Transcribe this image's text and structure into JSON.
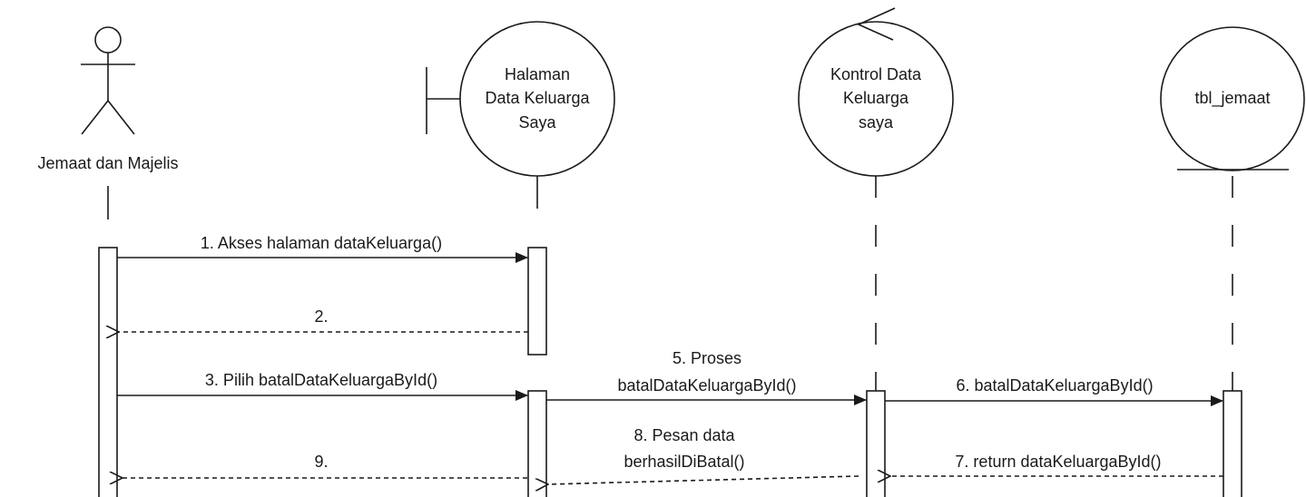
{
  "participants": {
    "actor": {
      "label": "Jemaat dan Majelis",
      "kind": "actor"
    },
    "boundary": {
      "lines": [
        "Halaman",
        "Data Keluarga",
        "Saya"
      ],
      "kind": "boundary"
    },
    "control": {
      "lines": [
        "Kontrol Data",
        "Keluarga",
        "saya"
      ],
      "kind": "control"
    },
    "entity": {
      "lines": [
        "tbl_jemaat"
      ],
      "kind": "entity"
    }
  },
  "messages": [
    {
      "label_lines": [
        "1. Akses halaman dataKeluarga()"
      ],
      "type": "call"
    },
    {
      "label_lines": [
        "2."
      ],
      "type": "return"
    },
    {
      "label_lines": [
        "3. Pilih batalDataKeluargaById()"
      ],
      "type": "call"
    },
    {
      "label_lines": [
        "5. Proses",
        "batalDataKeluargaById()"
      ],
      "type": "call"
    },
    {
      "label_lines": [
        "6. batalDataKeluargaById()"
      ],
      "type": "call"
    },
    {
      "label_lines": [
        "7. return dataKeluargaById()"
      ],
      "type": "return"
    },
    {
      "label_lines": [
        "8. Pesan data",
        "berhasilDiBatal()"
      ],
      "type": "return"
    },
    {
      "label_lines": [
        "9."
      ],
      "type": "return"
    }
  ]
}
